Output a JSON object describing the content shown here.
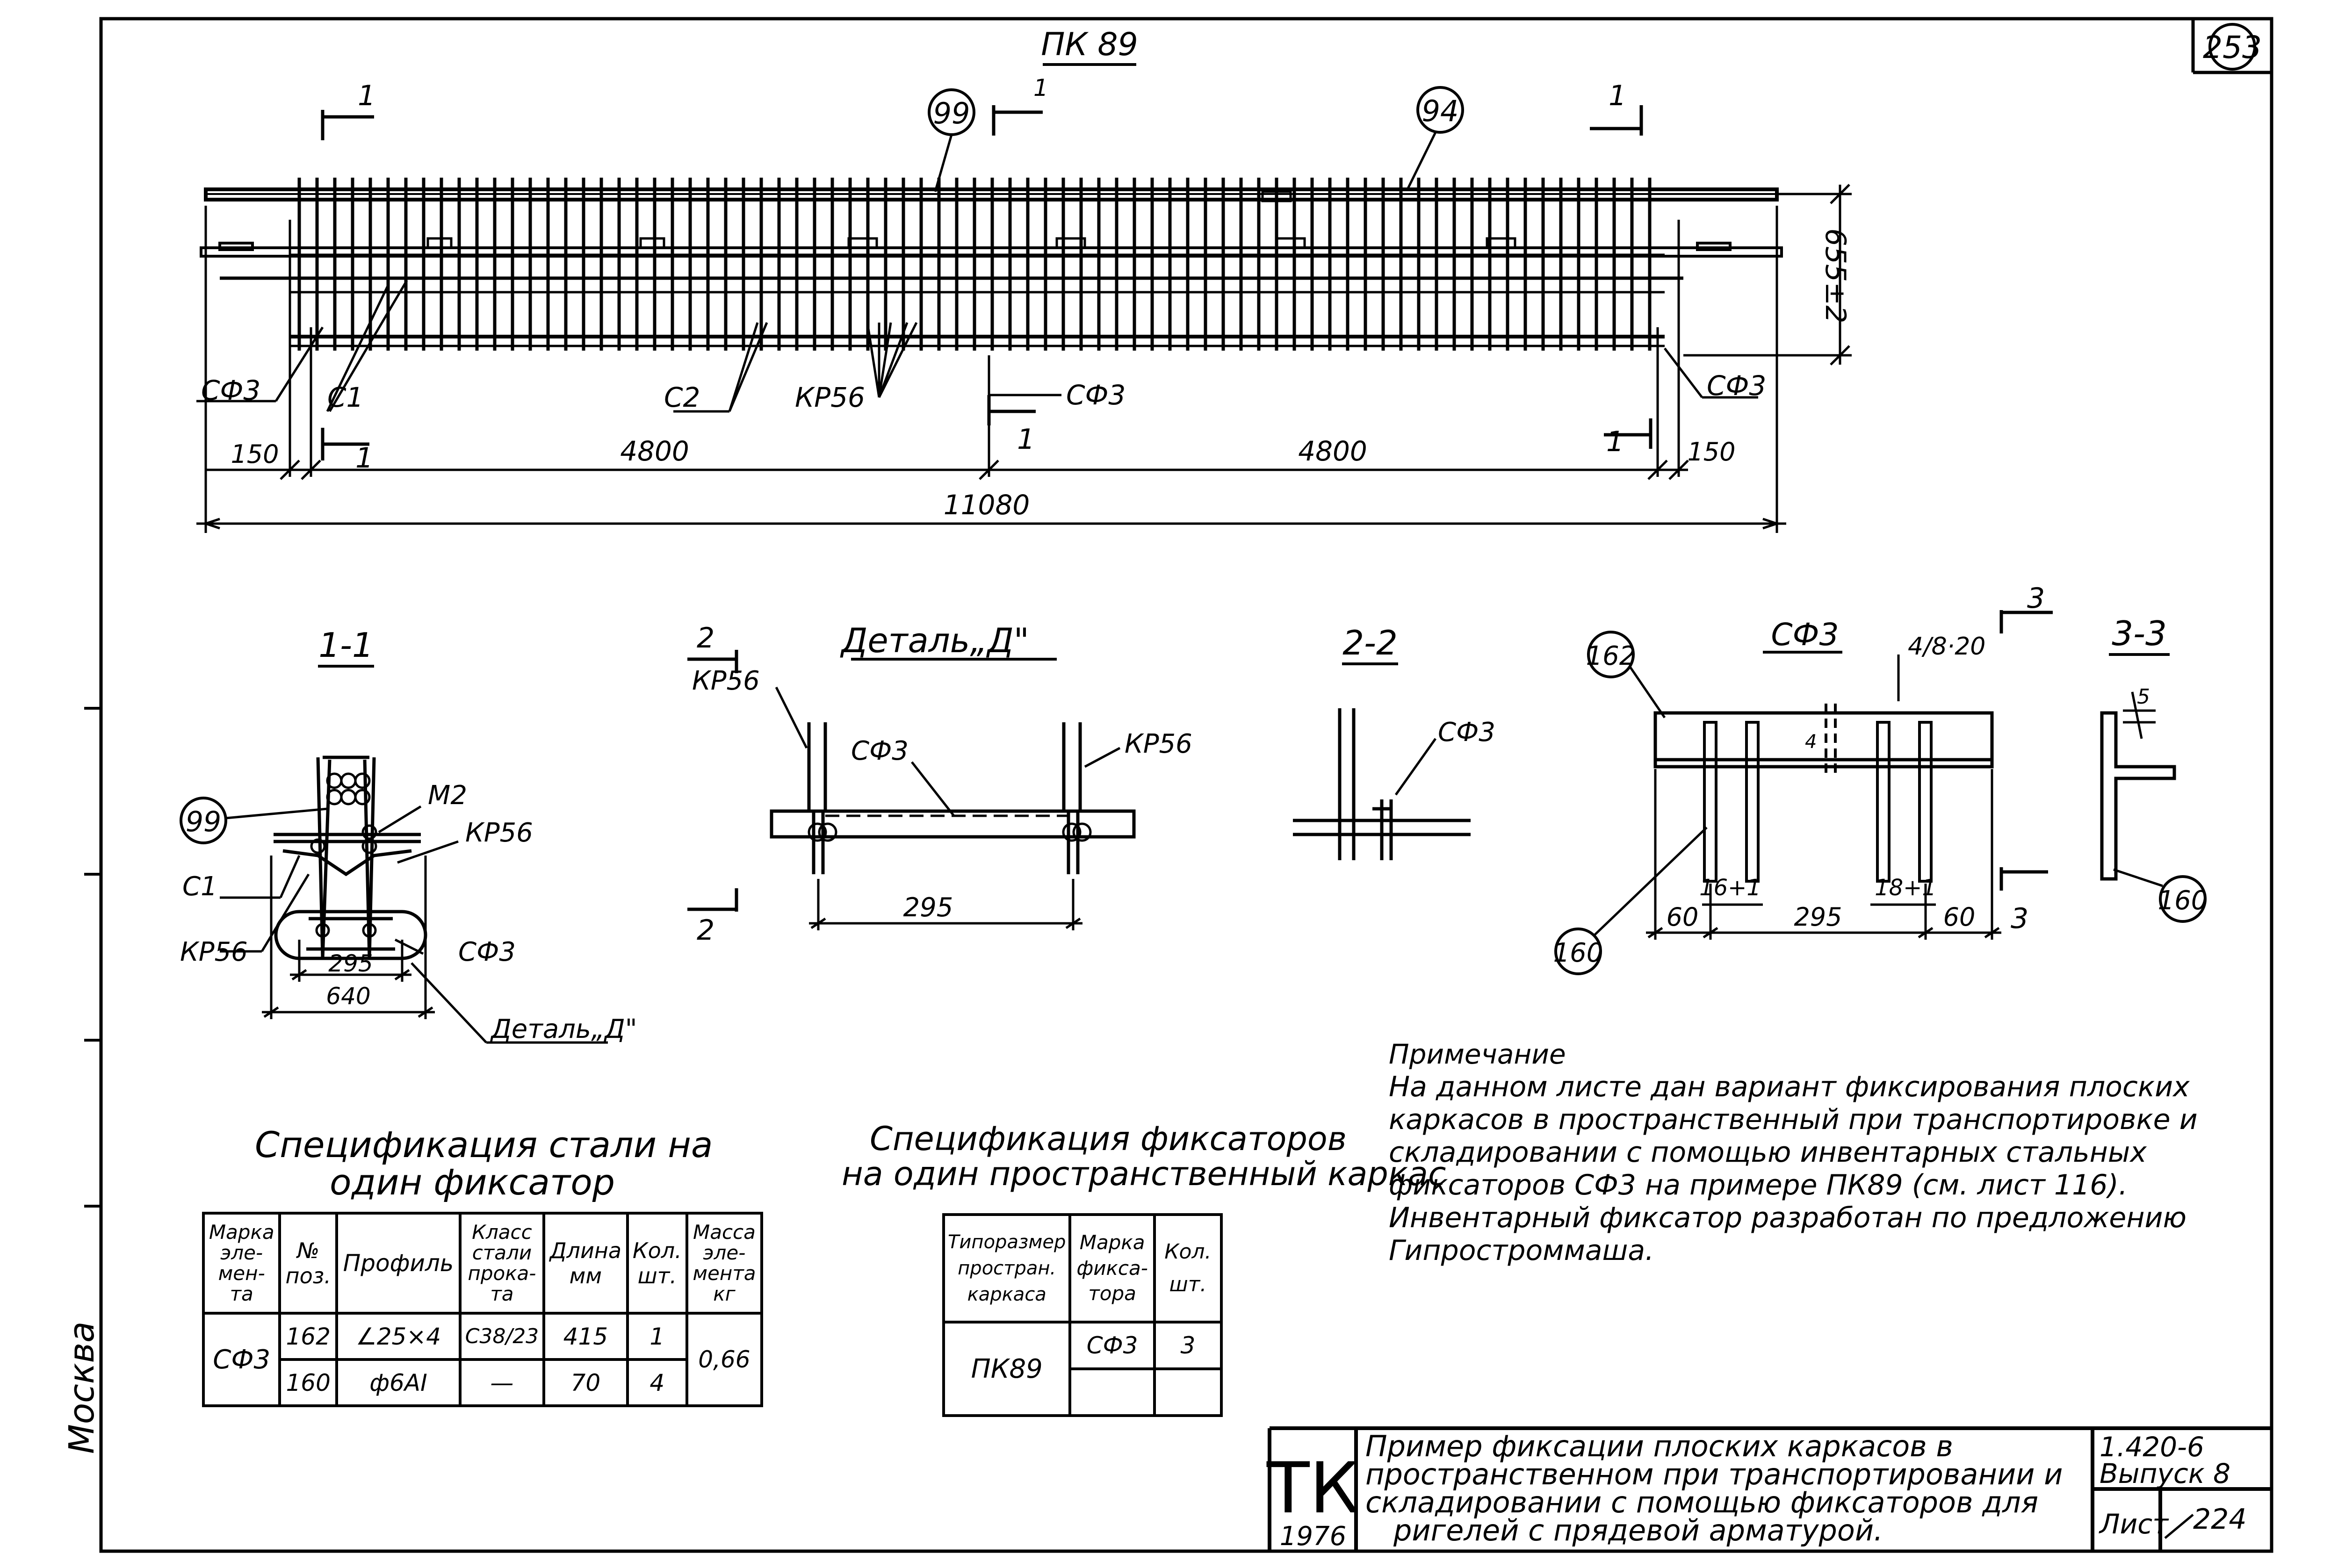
{
  "sheet": {
    "corner_number": "253",
    "side_city": "Москва"
  },
  "main_view": {
    "title": "ПК 89",
    "callout_99": "99",
    "callout_94": "94",
    "section_marks": [
      "1",
      "1",
      "1",
      "1",
      "1",
      "1"
    ],
    "height_dim": "655±2",
    "labels": {
      "sf3_left": "СФ3",
      "c1": "С1",
      "c2": "С2",
      "kr56": "КР56",
      "sf3_mid": "СФ3",
      "sf3_right": "СФ3"
    },
    "dims": {
      "left_offset": "150",
      "span_left": "4800",
      "span_right": "4800",
      "right_offset": "150",
      "overall": "11080"
    }
  },
  "section_1_1": {
    "title": "1-1",
    "callout": "99",
    "m2": "М2",
    "c1": "С1",
    "kr56_top": "КР56",
    "kr56_bottom": "КР56",
    "sf3": "СФ3",
    "detail_ref": "Деталь„Д\"",
    "dim_inner": "295",
    "dim_outer": "640"
  },
  "detail_d": {
    "title": "Деталь„Д\"",
    "mark_top": "2",
    "mark_bottom": "2",
    "kr56_left": "КР56",
    "kr56_right": "КР56",
    "sf3": "СФ3",
    "dim": "295"
  },
  "section_2_2": {
    "title": "2-2",
    "sf3": "СФ3"
  },
  "sf3_view": {
    "title": "СФ3",
    "callout_162": "162",
    "callout_160": "160",
    "pitch_note": "4/8·20",
    "mark_top": "3",
    "mark_bottom": "3",
    "dim_left": "60",
    "dim_center": "295",
    "dim_right": "60",
    "gap_left": "16+1",
    "gap_right": "18+1",
    "small_dim": "4"
  },
  "section_3_3": {
    "title": "3-3",
    "dim": "5",
    "callout": "160"
  },
  "steel_spec": {
    "title_line1": "Спецификация   стали на",
    "title_line2": "один  фиксатор",
    "headers": [
      "Марка эле-мен-та",
      "№ поз.",
      "Профиль",
      "Класс стали прока-та",
      "Длина мм",
      "Кол. шт.",
      "Масса эле-мента кг"
    ],
    "element": "СФ3",
    "mass": "0,66",
    "rows": [
      {
        "pos": "162",
        "profile": "∠25×4",
        "steel": "С38/23",
        "length": "415",
        "qty": "1"
      },
      {
        "pos": "160",
        "profile": "ф6АI",
        "steel": "—",
        "length": "70",
        "qty": "4"
      }
    ]
  },
  "fixator_spec": {
    "title_line1": "Спецификация  фиксаторов",
    "title_line2": "на один пространственный каркас",
    "headers": [
      "Типоразмер простран. каркаса",
      "Марка фикса-тора",
      "Кол. шт."
    ],
    "rows": [
      {
        "size": "ПК89",
        "mark": "СФ3",
        "qty": "3"
      }
    ]
  },
  "note": {
    "title": "Примечание",
    "lines": [
      "На данном  листе  дан  вариант  фиксирования  плоских",
      "каркасов в пространственный  при транспортировке  и",
      "складировании  с помощью  инвентарных  стальных",
      "фиксаторов СФ3 на  примере ПК89 (см. лист 116).",
      "Инвентарный  фиксатор разработан по предложению",
      "Гипростроммаша."
    ]
  },
  "title_block": {
    "logo": "ТК",
    "year": "1976",
    "description": [
      "Пример фиксации  плоских   каркасов   в",
      "пространственном  при транспортировании  и",
      "складировании  с помощью  фиксаторов  для",
      "ригелей   с  прядевой   арматурой."
    ],
    "series": "1.420-6",
    "issue": "Выпуск 8",
    "sheet_label": "Лист",
    "sheet_no": "224"
  }
}
